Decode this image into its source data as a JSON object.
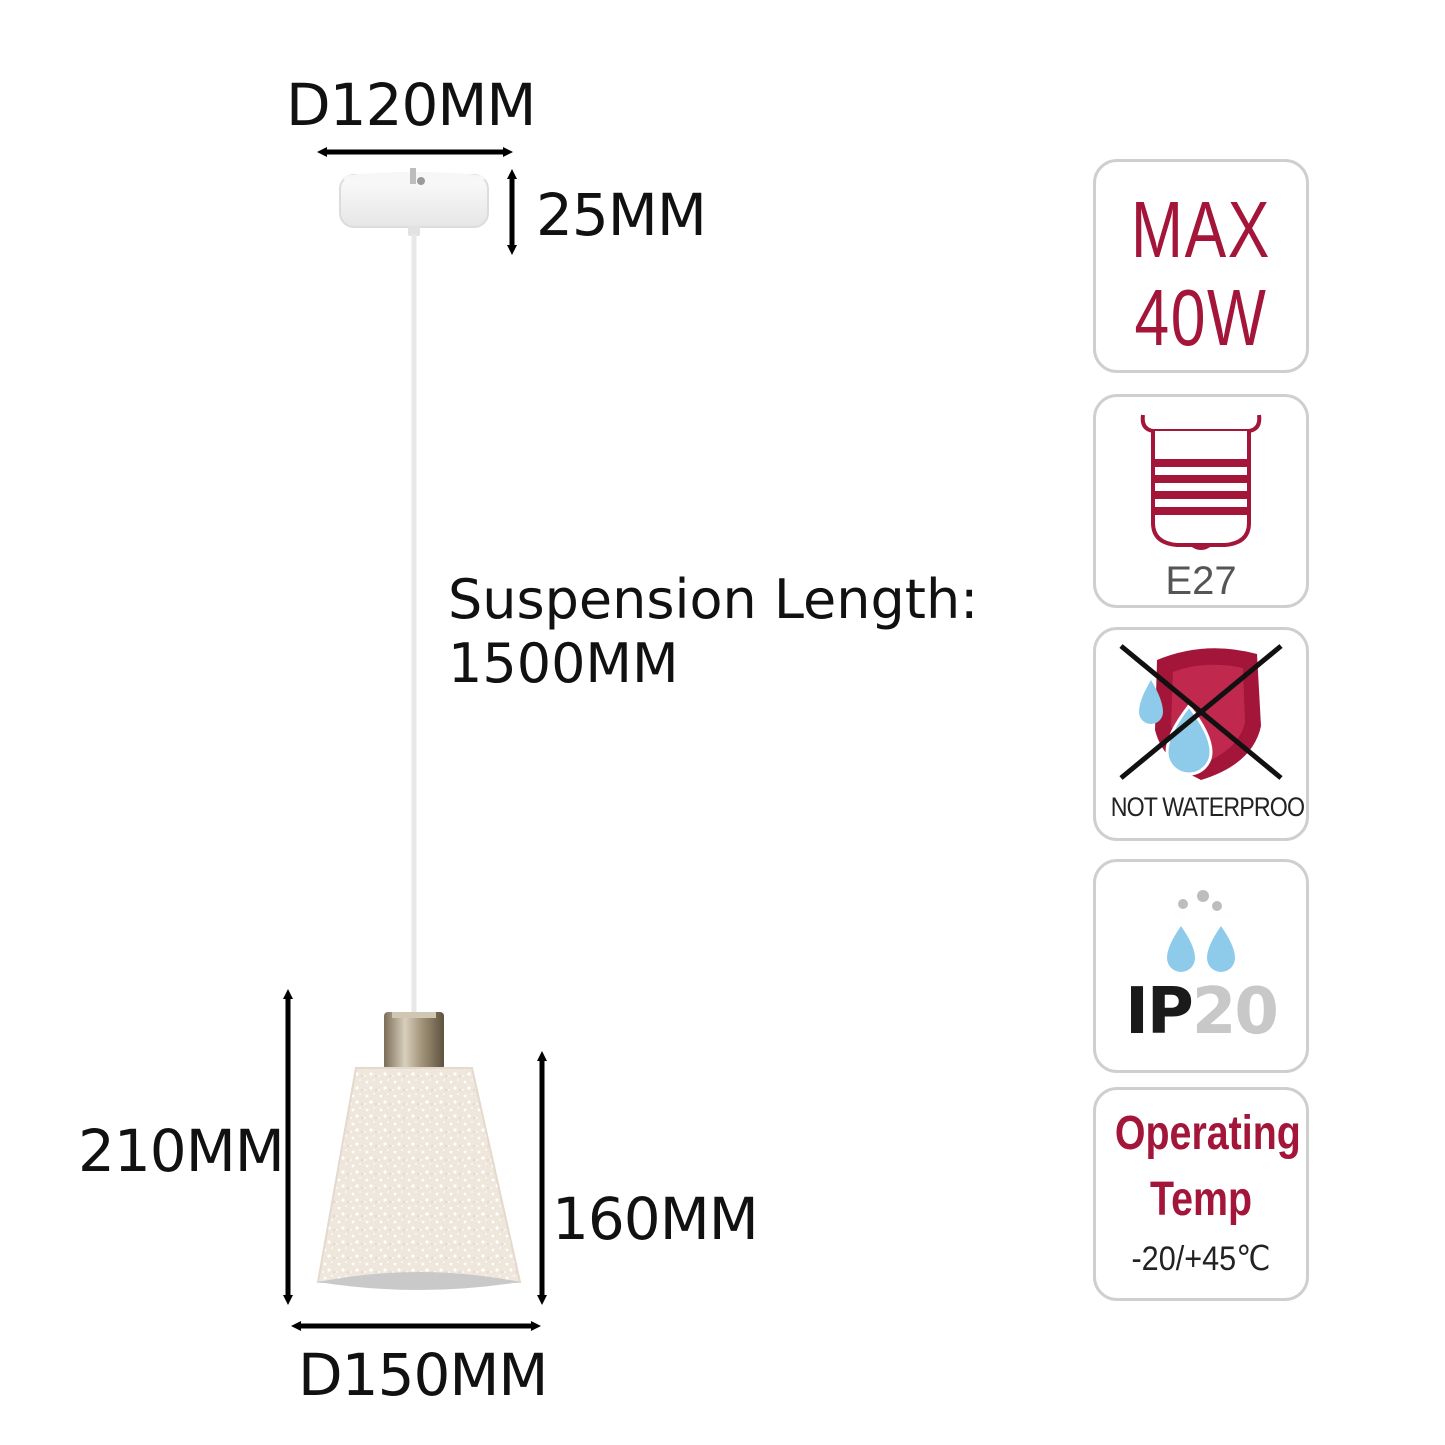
{
  "dimensions": {
    "canopy_diameter": "D120MM",
    "canopy_height": "25MM",
    "suspension_label": "Suspension Length:",
    "suspension_value": "1500MM",
    "total_height": "210MM",
    "shade_height": "160MM",
    "shade_diameter": "D150MM"
  },
  "badges": {
    "max_line1": "MAX",
    "max_line2": "40W",
    "base_type": "E27",
    "waterproof_status": "NOT WATERPROOF",
    "ip_prefix": "IP",
    "ip_number": "20",
    "operating_line1": "Operating",
    "operating_line2": "Temp",
    "operating_range": "-20/+45℃"
  },
  "colors": {
    "accent_red": "#a3163a",
    "water_blue": "#8ecbea",
    "badge_border": "#cfcfcf",
    "ip_grey": "#c8c8c8"
  },
  "icons": [
    "bulb-base-icon",
    "shield-icon",
    "water-drop-icon",
    "cross-icon"
  ]
}
